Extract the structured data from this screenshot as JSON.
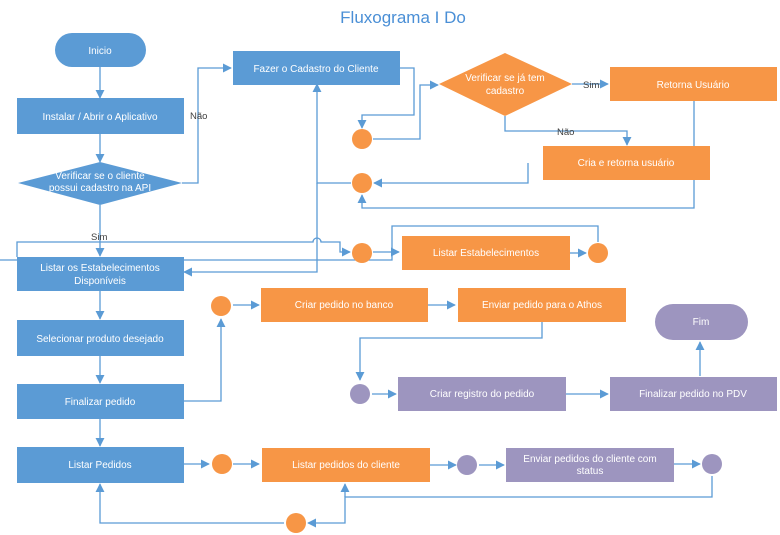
{
  "title": "Fluxograma I Do",
  "colors": {
    "blue": "#5b9bd5",
    "orange": "#f79646",
    "purple": "#9d95bf",
    "line": "#5b9bd5"
  },
  "nodes": {
    "inicio": "Inicio",
    "instalar": "Instalar / Abrir o Aplicativo",
    "verificar_cliente": [
      "Verificar se o cliente",
      "possui cadastro na API"
    ],
    "fazer_cadastro": "Fazer o Cadastro do Cliente",
    "verificar_cadastro": [
      "Verificar se já tem",
      "cadastro"
    ],
    "retorna_usuario": "Retorna Usuário",
    "cria_retorna": "Cria e retorna usuário",
    "listar_estab_disp": [
      "Listar os Estabelecimentos",
      "Disponíveis"
    ],
    "listar_estab": "Listar Estabelecimentos",
    "selecionar": "Selecionar produto desejado",
    "finalizar": "Finalizar pedido",
    "criar_pedido": "Criar pedido no banco",
    "enviar_athos": "Enviar pedido para o Athos",
    "criar_registro": "Criar registro do pedido",
    "finalizar_pdv": "Finalizar pedido no PDV",
    "fim": "Fim",
    "listar_pedidos": "Listar Pedidos",
    "listar_pedidos_cliente": "Listar pedidos do cliente",
    "enviar_status": [
      "Enviar pedidos do cliente com",
      "status"
    ]
  },
  "edge_labels": {
    "nao_1": "Não",
    "sim_1": "Sim",
    "sim_2": "Sim",
    "nao_2": "Não"
  }
}
